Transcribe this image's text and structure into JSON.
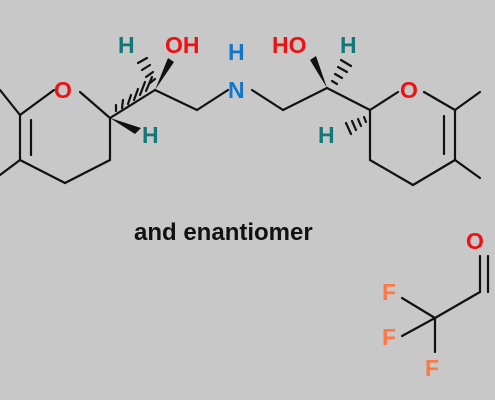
{
  "colors": {
    "background": "#c8c8c8",
    "bond": "#111111",
    "oxygen": "#ee1111",
    "hydrogen": "#117777",
    "nitrogen": "#1177cc",
    "fluorine": "#ff7744"
  },
  "labels": {
    "left_h_top": "H",
    "left_oh": "OH",
    "nh_h": "H",
    "nh_n": "N",
    "right_ho": "HO",
    "right_h_top": "H",
    "left_ring_o": "O",
    "right_ring_o": "O",
    "left_h_bottom": "H",
    "right_h_bottom": "H",
    "caption": "and enantiomer",
    "tfa_o": "O",
    "tfa_f1": "F",
    "tfa_f2": "F",
    "tfa_f3": "F"
  }
}
